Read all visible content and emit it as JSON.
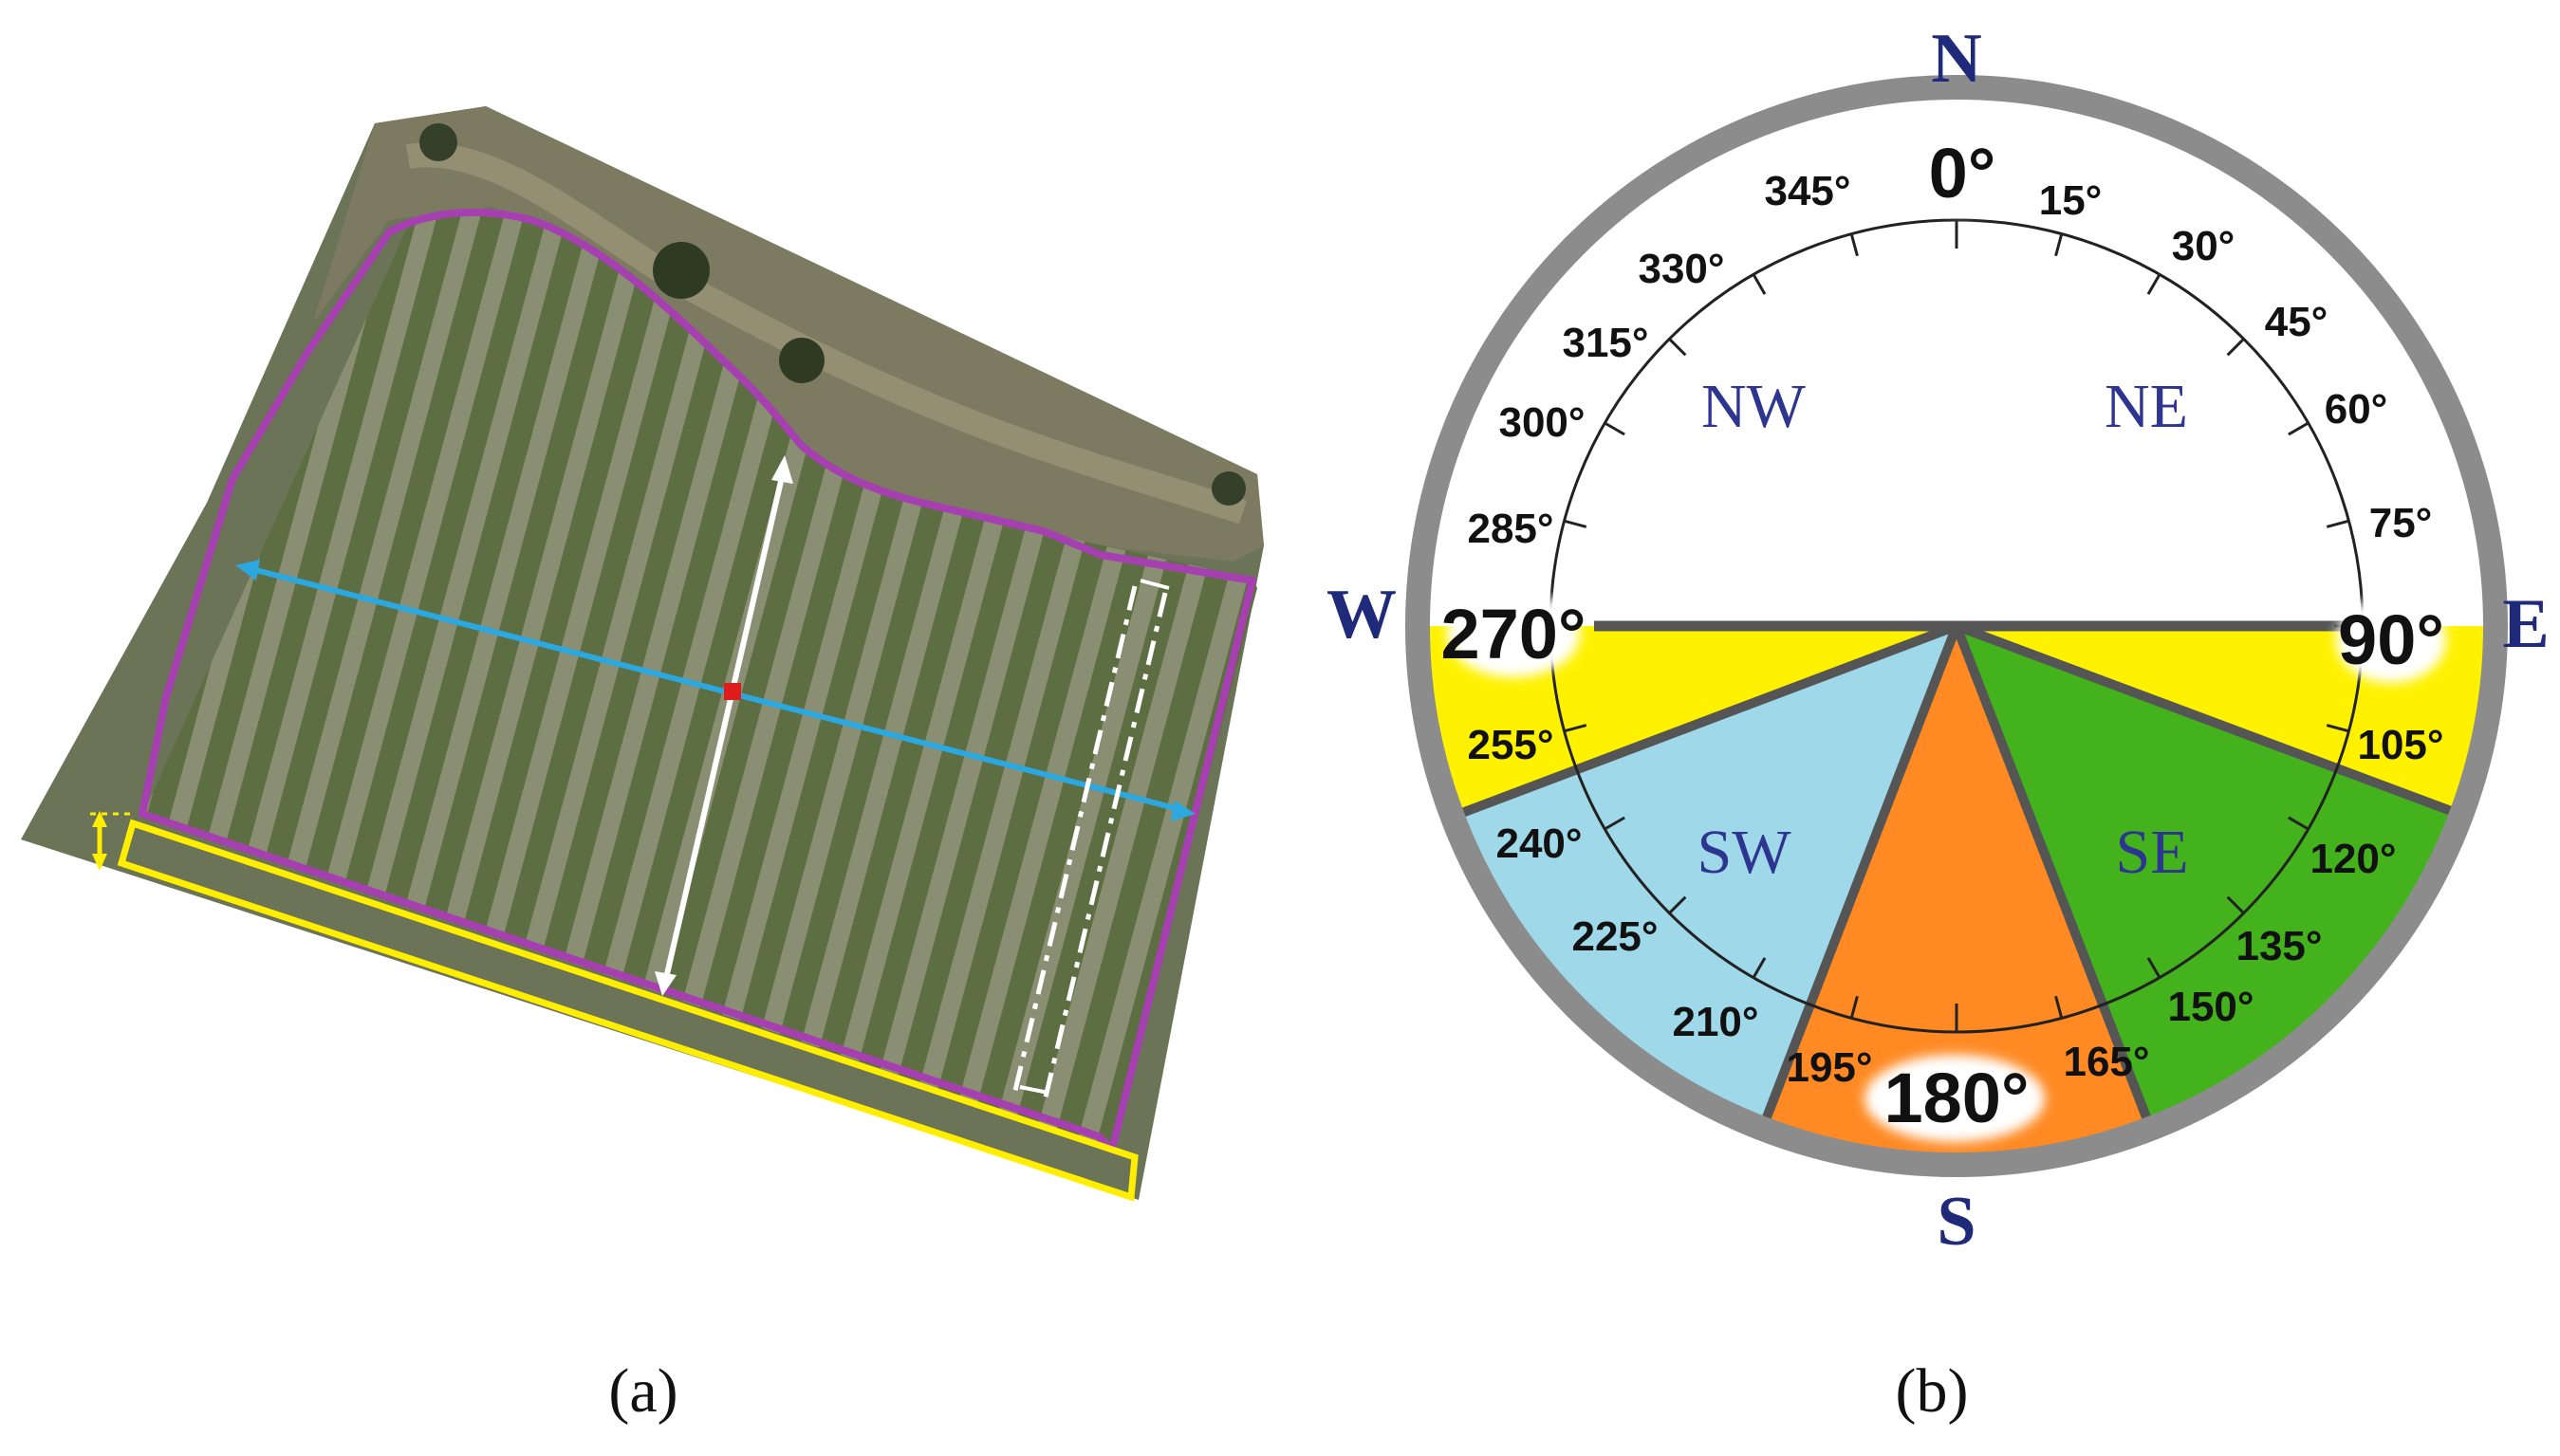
{
  "captions": {
    "a": "(a)",
    "b": "(b)"
  },
  "compass": {
    "cardinals": {
      "north": "N",
      "east": "E",
      "south": "S",
      "west": "W"
    },
    "ordinals": {
      "nw": "NW",
      "ne": "NE",
      "sw": "SW",
      "se": "SE"
    },
    "degree_labels": {
      "d0": "0°",
      "d15": "15°",
      "d30": "30°",
      "d45": "45°",
      "d60": "60°",
      "d75": "75°",
      "d90": "90°",
      "d105": "105°",
      "d120": "120°",
      "d135": "135°",
      "d150": "150°",
      "d165": "165°",
      "d180": "180°",
      "d195": "195°",
      "d210": "210°",
      "d225": "225°",
      "d240": "240°",
      "d255": "255°",
      "d270": "270°",
      "d285": "285°",
      "d300": "300°",
      "d315": "315°",
      "d330": "330°",
      "d345": "345°"
    },
    "colors": {
      "cardinal_text": "#1f2a7a",
      "ring": "#8c8c8c",
      "yellow_sector": "#fff200",
      "southwest_sector": "#9fd8e8",
      "south_sector": "#ff8a24",
      "southeast_sector": "#44b21c",
      "field_boundary": "#a63fb0",
      "headland": "#ffee00",
      "width_line": "#2ba8e0"
    }
  }
}
